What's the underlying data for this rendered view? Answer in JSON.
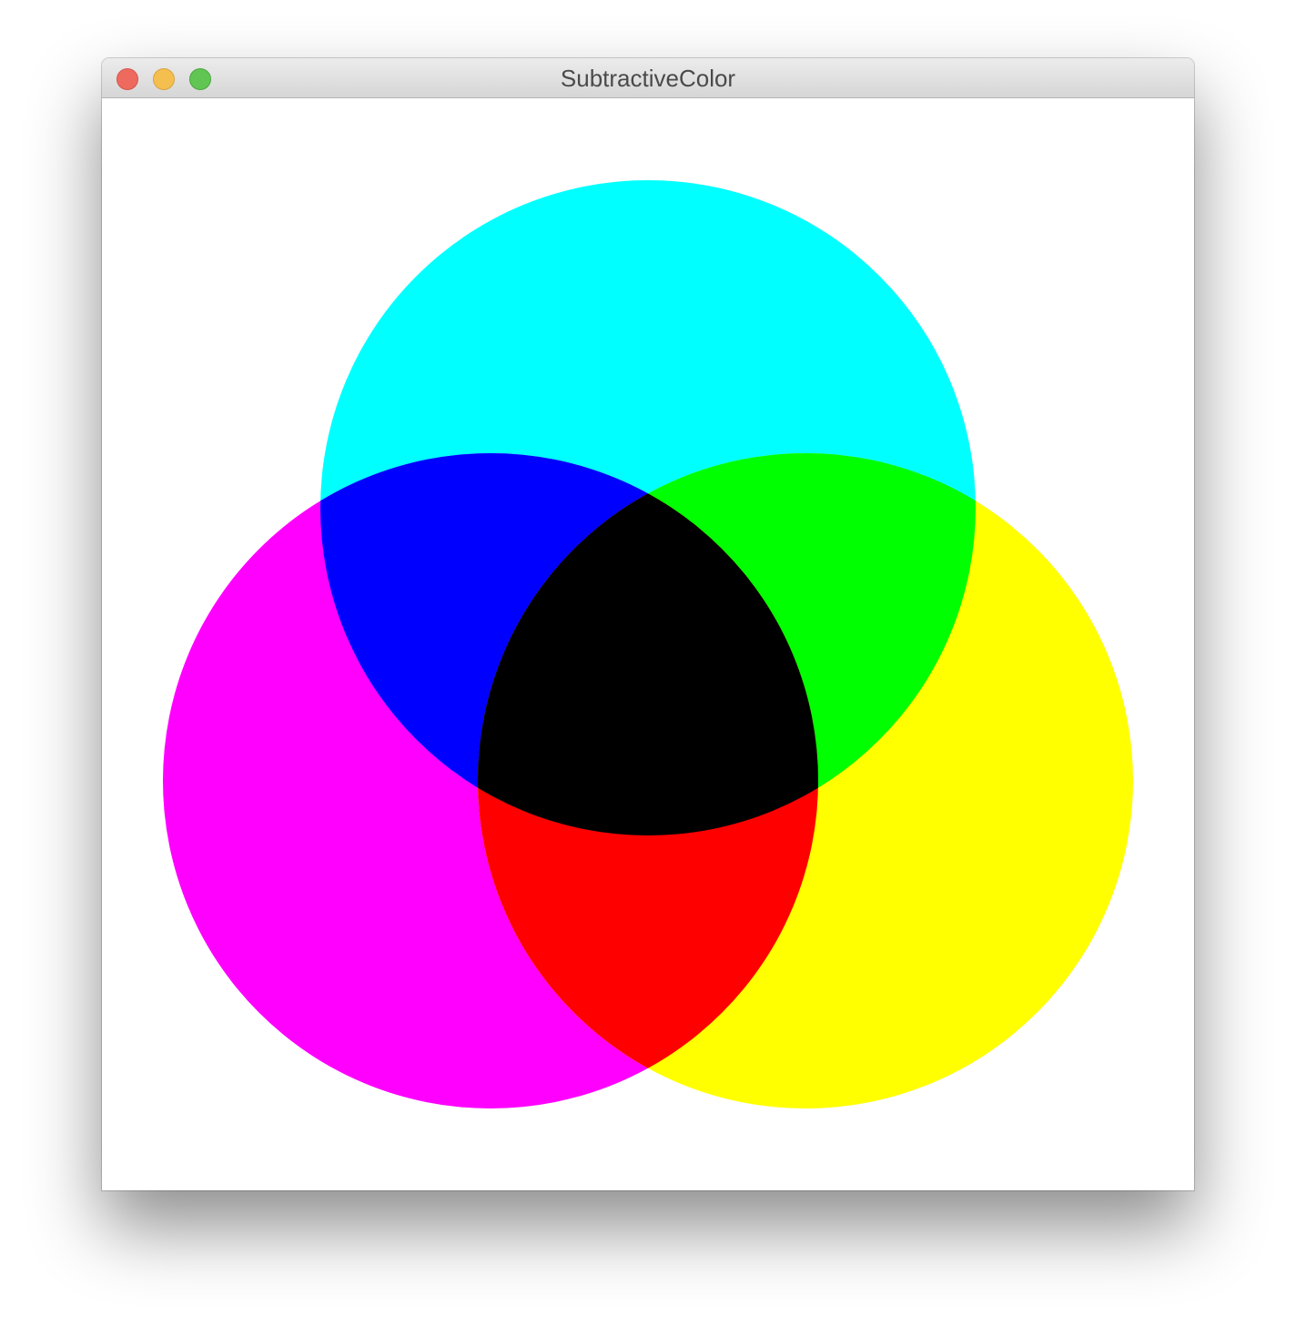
{
  "window": {
    "title": "SubtractiveColor"
  },
  "traffic_lights": [
    {
      "name": "close",
      "color": "#ee6a5f"
    },
    {
      "name": "minimize",
      "color": "#f5bf4f"
    },
    {
      "name": "zoom",
      "color": "#61c554"
    }
  ],
  "canvas": {
    "background": "#ffffff",
    "circles": [
      {
        "name": "cyan",
        "color": "#00ffff"
      },
      {
        "name": "magenta",
        "color": "#ff00ff"
      },
      {
        "name": "yellow",
        "color": "#ffff00"
      }
    ],
    "overlaps": [
      {
        "name": "cyan-magenta",
        "color": "#0000ff"
      },
      {
        "name": "cyan-yellow",
        "color": "#00ff00"
      },
      {
        "name": "magenta-yellow",
        "color": "#ff0000"
      },
      {
        "name": "all-three",
        "color": "#000000"
      }
    ]
  }
}
